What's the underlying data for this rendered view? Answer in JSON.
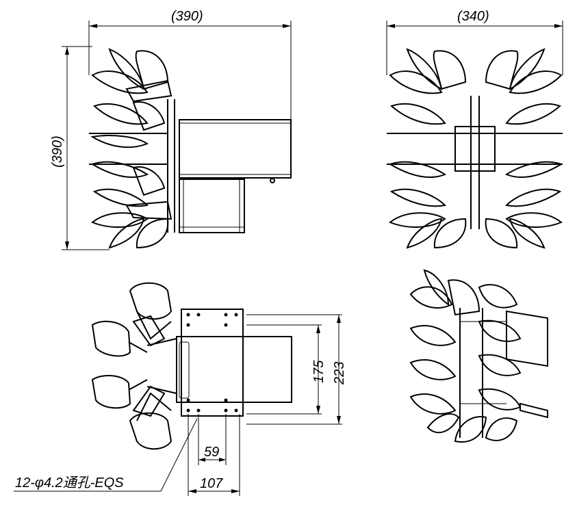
{
  "dimensions": {
    "front_width": "(390)",
    "front_height": "(390)",
    "side_width": "(340)",
    "hole_spacing_inner": "175",
    "hole_spacing_outer": "223",
    "hole_pitch_small": "59",
    "hole_pitch_large": "107"
  },
  "note": "12-φ4.2通孔-EQS",
  "colors": {
    "ink": "#000000",
    "paper": "#ffffff"
  }
}
